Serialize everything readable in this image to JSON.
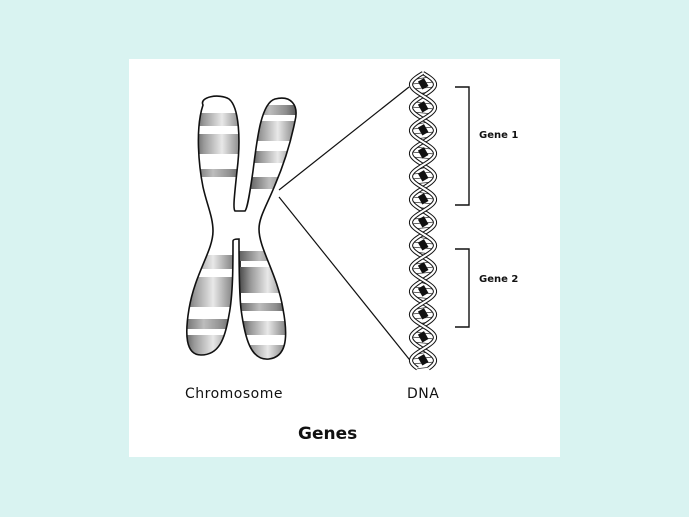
{
  "diagram": {
    "title": "Genes",
    "labels": {
      "chromosome": "Chromosome",
      "dna": "DNA",
      "gene1": "Gene 1",
      "gene2": "Gene 2"
    },
    "colors": {
      "page_background": "#d9f3f1",
      "panel_background": "#ffffff",
      "ink": "#111111"
    }
  }
}
